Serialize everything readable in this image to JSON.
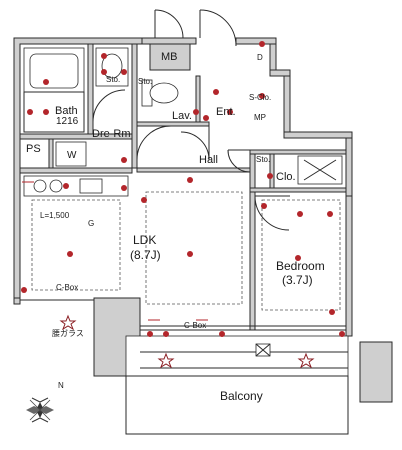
{
  "rooms": {
    "mb": "MB",
    "bath_name": "Bath",
    "bath_size": "1216",
    "dressing": "Dre-Rm",
    "lavatory": "Lav.",
    "entrance": "Ent.",
    "hall": "Hall",
    "ps": "PS",
    "washer": "W",
    "closet": "Clo.",
    "ldk_name": "LDK",
    "ldk_size": "(8.7J)",
    "bedroom_name": "Bedroom",
    "bedroom_size": "(3.7J)",
    "balcony": "Balcony"
  },
  "annotations": {
    "counter_length": "L=1,500",
    "cbox_left": "C-Box",
    "cbox_center": "C-Box",
    "frosted_glass": "腰ガラス",
    "storage_1": "Sto.",
    "storage_2": "Sto.",
    "storage_3": "Sto.",
    "shoe_closet": "S-Clo.",
    "meter_panel": "MP",
    "marker_d": "D",
    "marker_g": "G",
    "north": "N"
  },
  "colors": {
    "wall_fill": "#cfcfcf",
    "outline": "#2a2a2a",
    "fixture_red": "#b3262b"
  }
}
